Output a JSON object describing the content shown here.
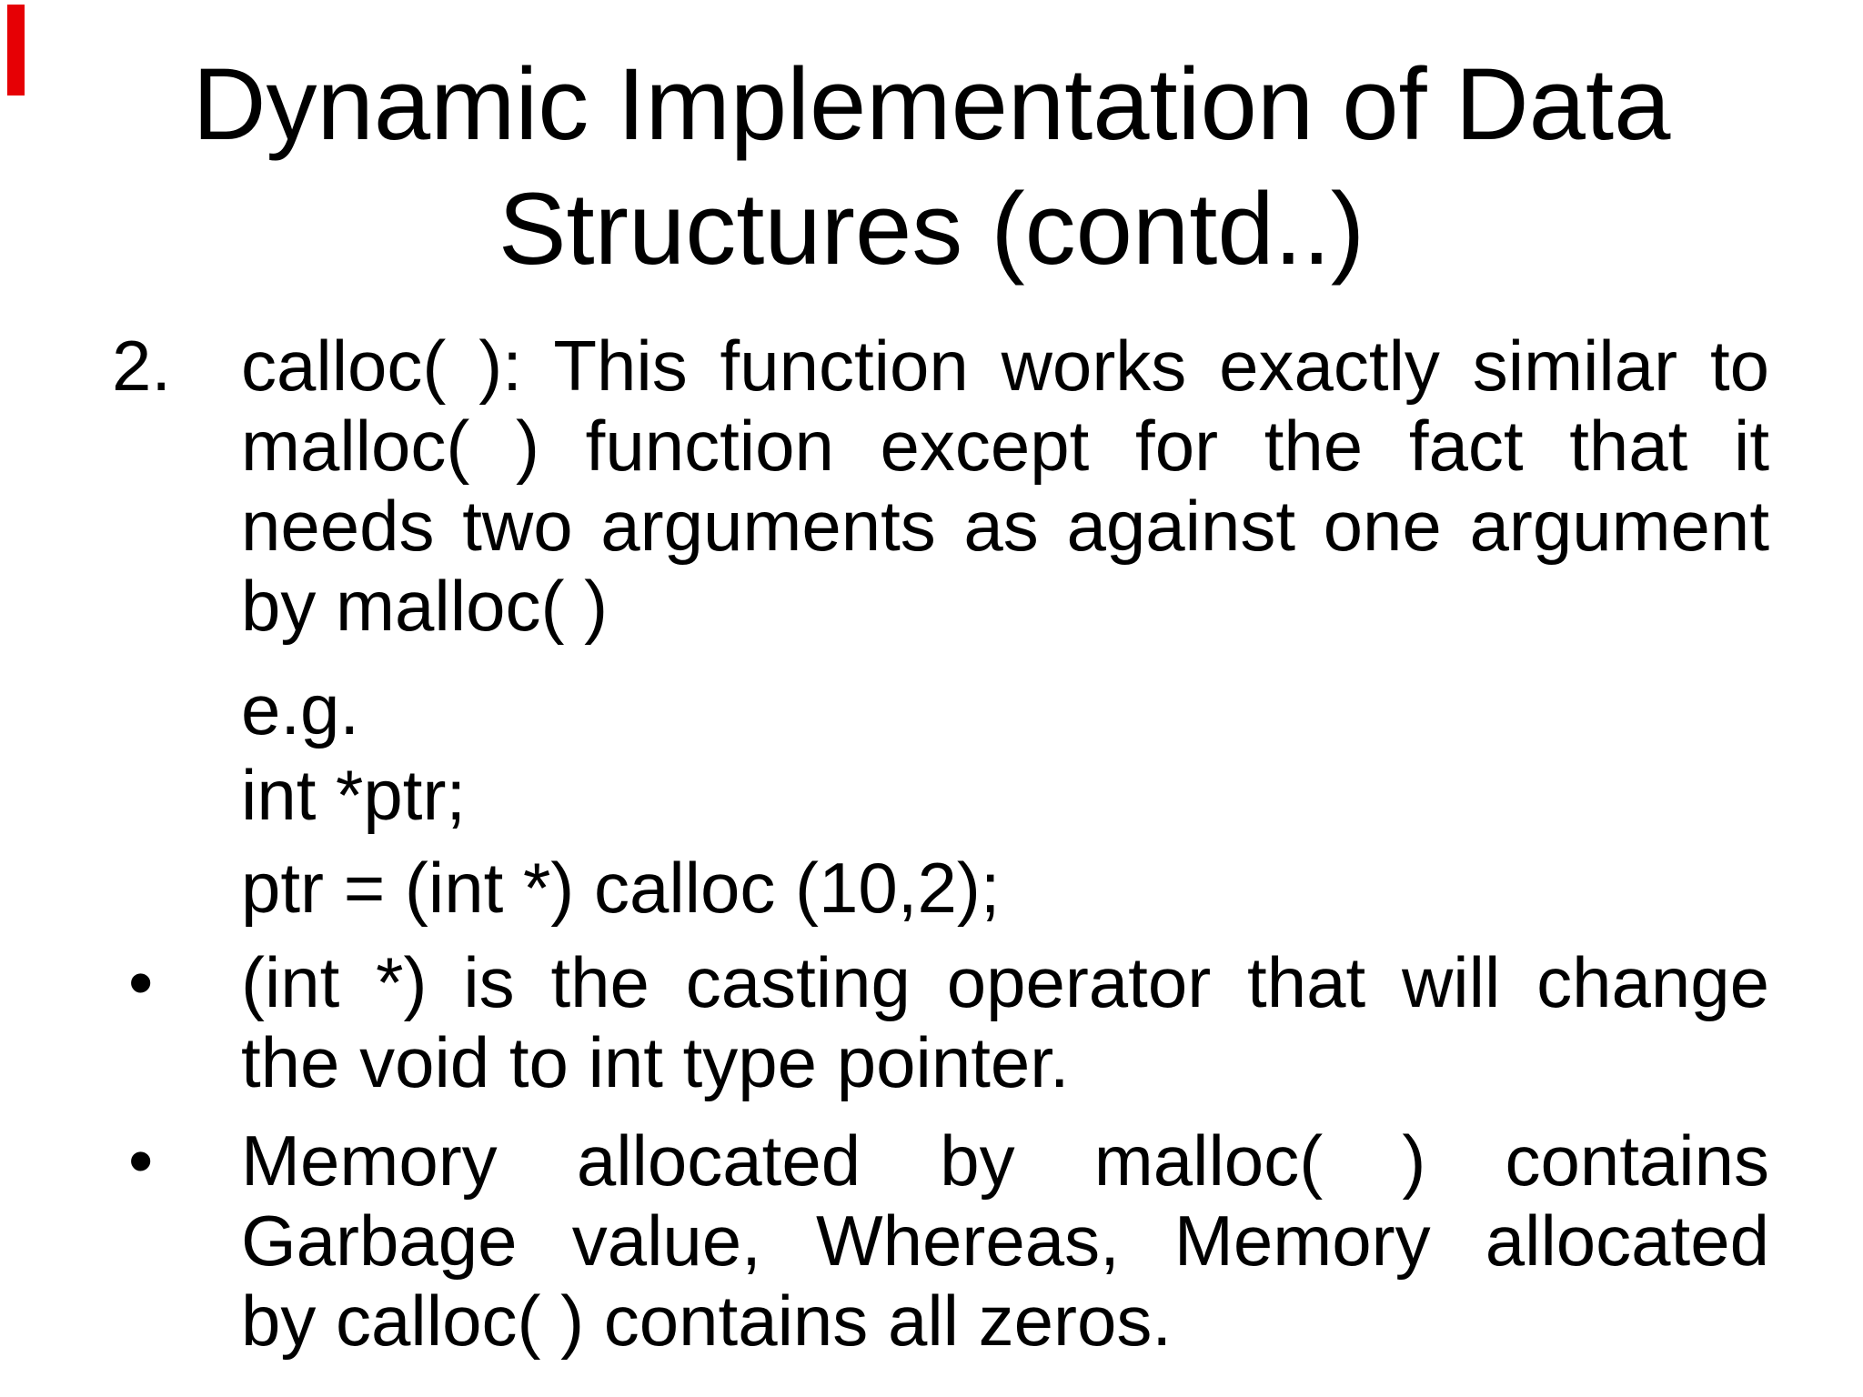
{
  "slide": {
    "accent_color": "#e60005",
    "title": {
      "line1": "Dynamic Implementation of Data",
      "line2": "Structures (contd..)"
    },
    "content": {
      "item_calloc": {
        "marker": "2.",
        "line1": "calloc( ): This function works exactly similar to",
        "line2": "malloc( ) function except for the fact that it",
        "line3": "needs two arguments as against one argument",
        "line4": "by malloc( )"
      },
      "example_label": "e.g.",
      "code_line1": "int *ptr;",
      "code_line2": "ptr = (int *) calloc (10,2);",
      "item_cast": {
        "marker": "•",
        "line1": "(int *) is the casting operator that will change",
        "line2": "the void to int type pointer."
      },
      "item_memory": {
        "marker": "•",
        "line1": "Memory allocated by malloc( ) contains",
        "line2": "Garbage value, Whereas, Memory allocated",
        "line3": "by calloc( ) contains all zeros."
      }
    }
  }
}
